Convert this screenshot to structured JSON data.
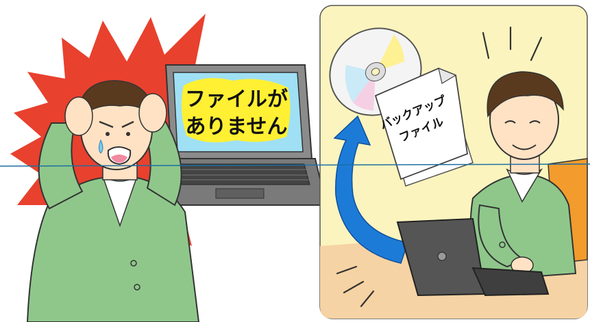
{
  "left_panel": {
    "screen_message_line1": "ファイルが",
    "screen_message_line2": "ありません"
  },
  "right_panel": {
    "document_label_line1": "バックアップ",
    "document_label_line2": "ファイル"
  },
  "colors": {
    "burst_red": "#e8412e",
    "right_background": "#fbf4be",
    "desk": "#f6d3a4",
    "shirt_green": "#8fc78b",
    "hair_brown": "#5a3a1e",
    "skin": "#ffe2c4",
    "arrow_blue": "#1d7bd8",
    "highlight_yellow": "#fff033",
    "screen_blue": "#9fe0f5",
    "chair_orange": "#f39b2c",
    "divider_line": "#1d6fa0"
  }
}
